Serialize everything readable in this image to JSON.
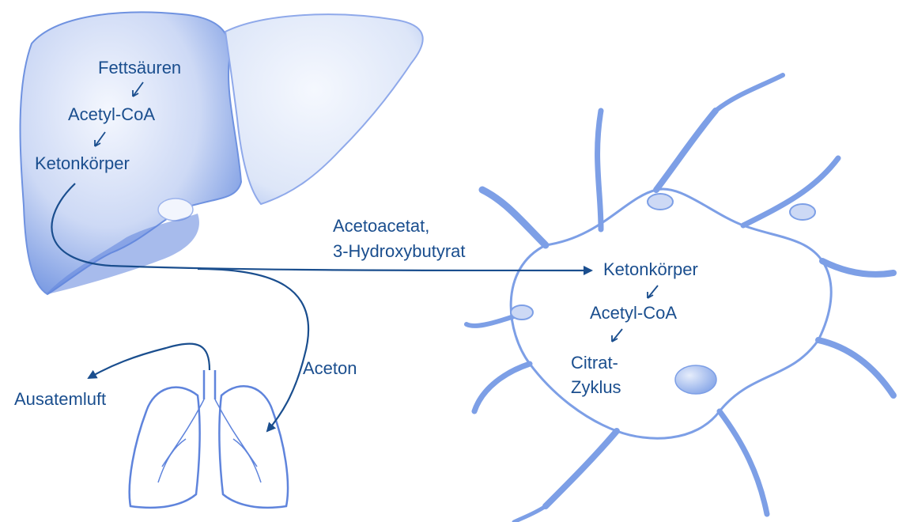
{
  "colors": {
    "ink": "#1a4e8e",
    "organ_fill": "#7d9fe6",
    "organ_light": "#e9eefb",
    "organ_stroke": "#5f84dc"
  },
  "liver": {
    "step1": "Fettsäuren",
    "step2": "Acetyl-CoA",
    "step3": "Ketonkörper"
  },
  "transport": {
    "line1": "Acetoacetat,",
    "line2": "3-Hydroxybutyrat"
  },
  "aceton": "Aceton",
  "exhaled": "Ausatemluft",
  "neuron": {
    "step1": "Ketonkörper",
    "step2": "Acetyl-CoA",
    "step3a": "Citrat-",
    "step3b": "Zyklus"
  }
}
